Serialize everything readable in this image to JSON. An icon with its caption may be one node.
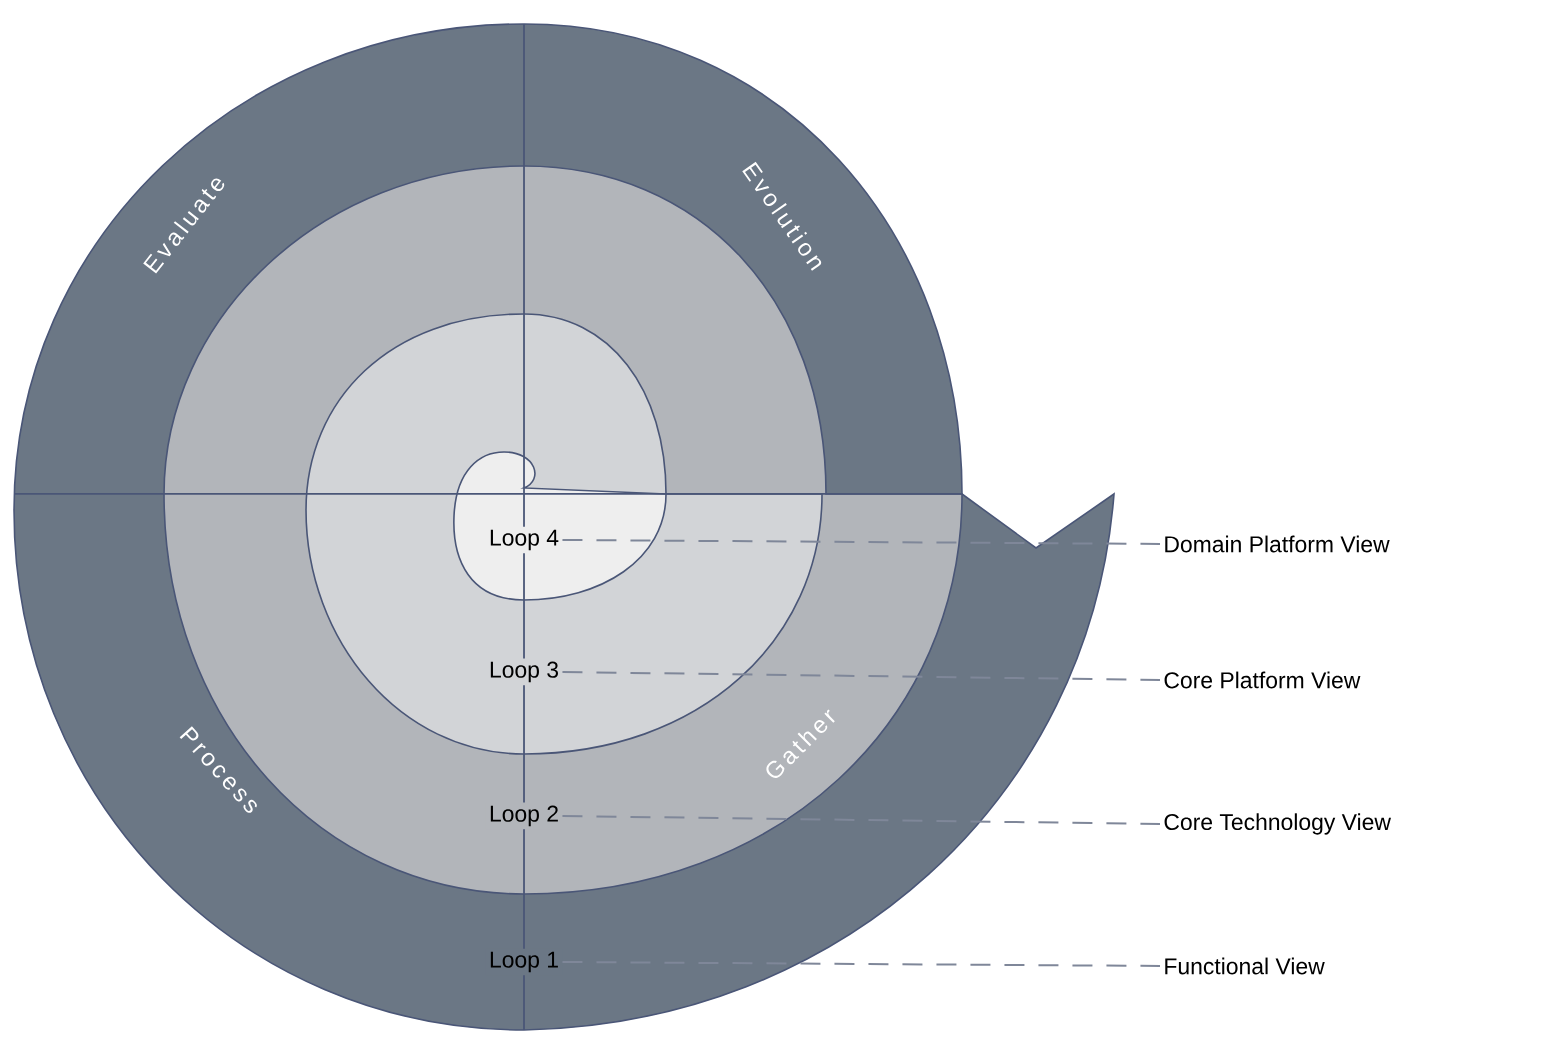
{
  "diagram": {
    "nodes": [
      {
        "text": [
          "Loop 4"
        ]
      },
      {
        "text": [
          "Domain Platform View"
        ]
      },
      {
        "text": [
          "Loop 3"
        ]
      },
      {
        "text": [
          "Core Platform View"
        ]
      },
      {
        "text": [
          "Loop 2"
        ]
      },
      {
        "text": [
          "Core Technology View"
        ]
      },
      {
        "text": [
          "Loop 1"
        ]
      },
      {
        "text": [
          "Functional View"
        ]
      }
    ],
    "edges": [
      {
        "from": 0,
        "to": 1,
        "arrow": "none",
        "style": "dashed"
      },
      {
        "from": 2,
        "to": 3,
        "arrow": "none",
        "style": "dashed"
      },
      {
        "from": 4,
        "to": 5,
        "arrow": "none",
        "style": "dashed"
      },
      {
        "from": 6,
        "to": 7,
        "arrow": "none",
        "style": "dashed"
      }
    ],
    "labels": [
      "Evaluate",
      "Evolution",
      "Process",
      "Gather"
    ]
  }
}
